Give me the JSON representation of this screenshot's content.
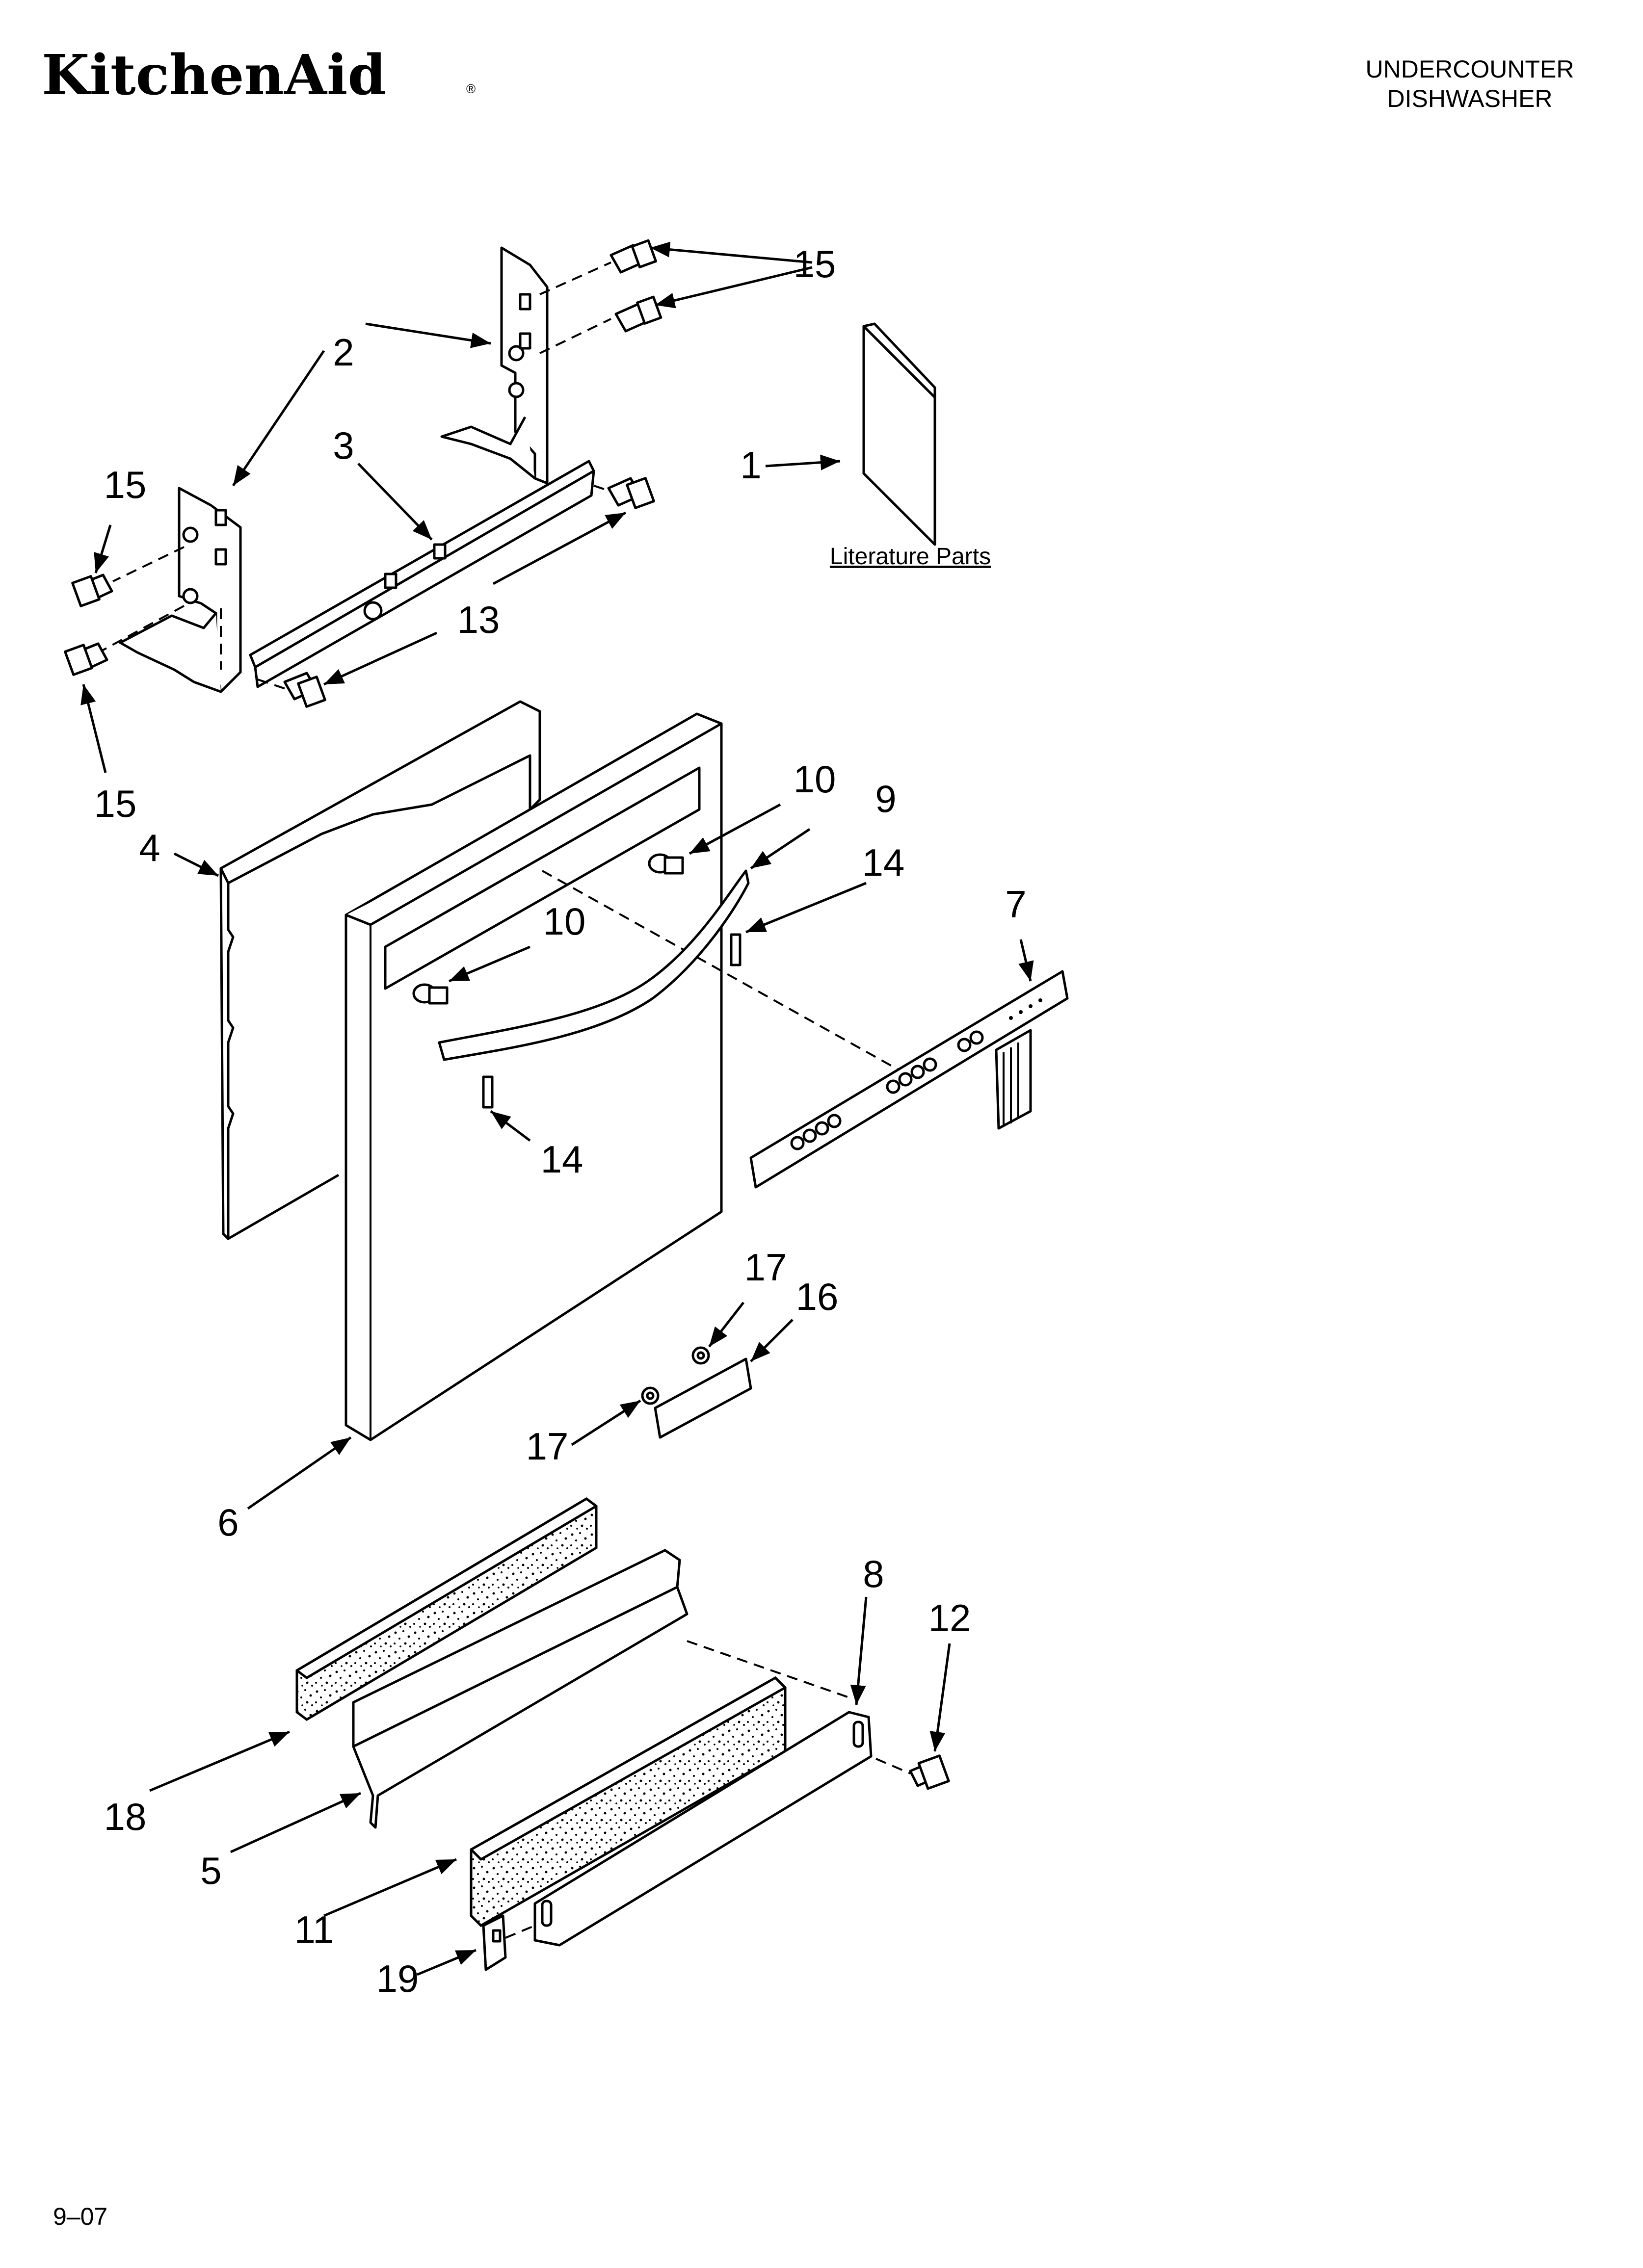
{
  "header": {
    "brand": "KitchenAid",
    "brand_mark": "®",
    "title_line1": "UNDERCOUNTER",
    "title_line2": "DISHWASHER"
  },
  "literature": {
    "label": "Literature Parts"
  },
  "callouts": {
    "c1": "1",
    "c2": "2",
    "c3": "3",
    "c4": "4",
    "c5": "5",
    "c6": "6",
    "c7": "7",
    "c8": "8",
    "c9": "9",
    "c10a": "10",
    "c10b": "10",
    "c11": "11",
    "c12": "12",
    "c13": "13",
    "c14a": "14",
    "c14b": "14",
    "c15a": "15",
    "c15b": "15",
    "c15c": "15",
    "c16": "16",
    "c17a": "17",
    "c17b": "17",
    "c18": "18",
    "c19": "19"
  },
  "footer": {
    "code": "9–07"
  }
}
